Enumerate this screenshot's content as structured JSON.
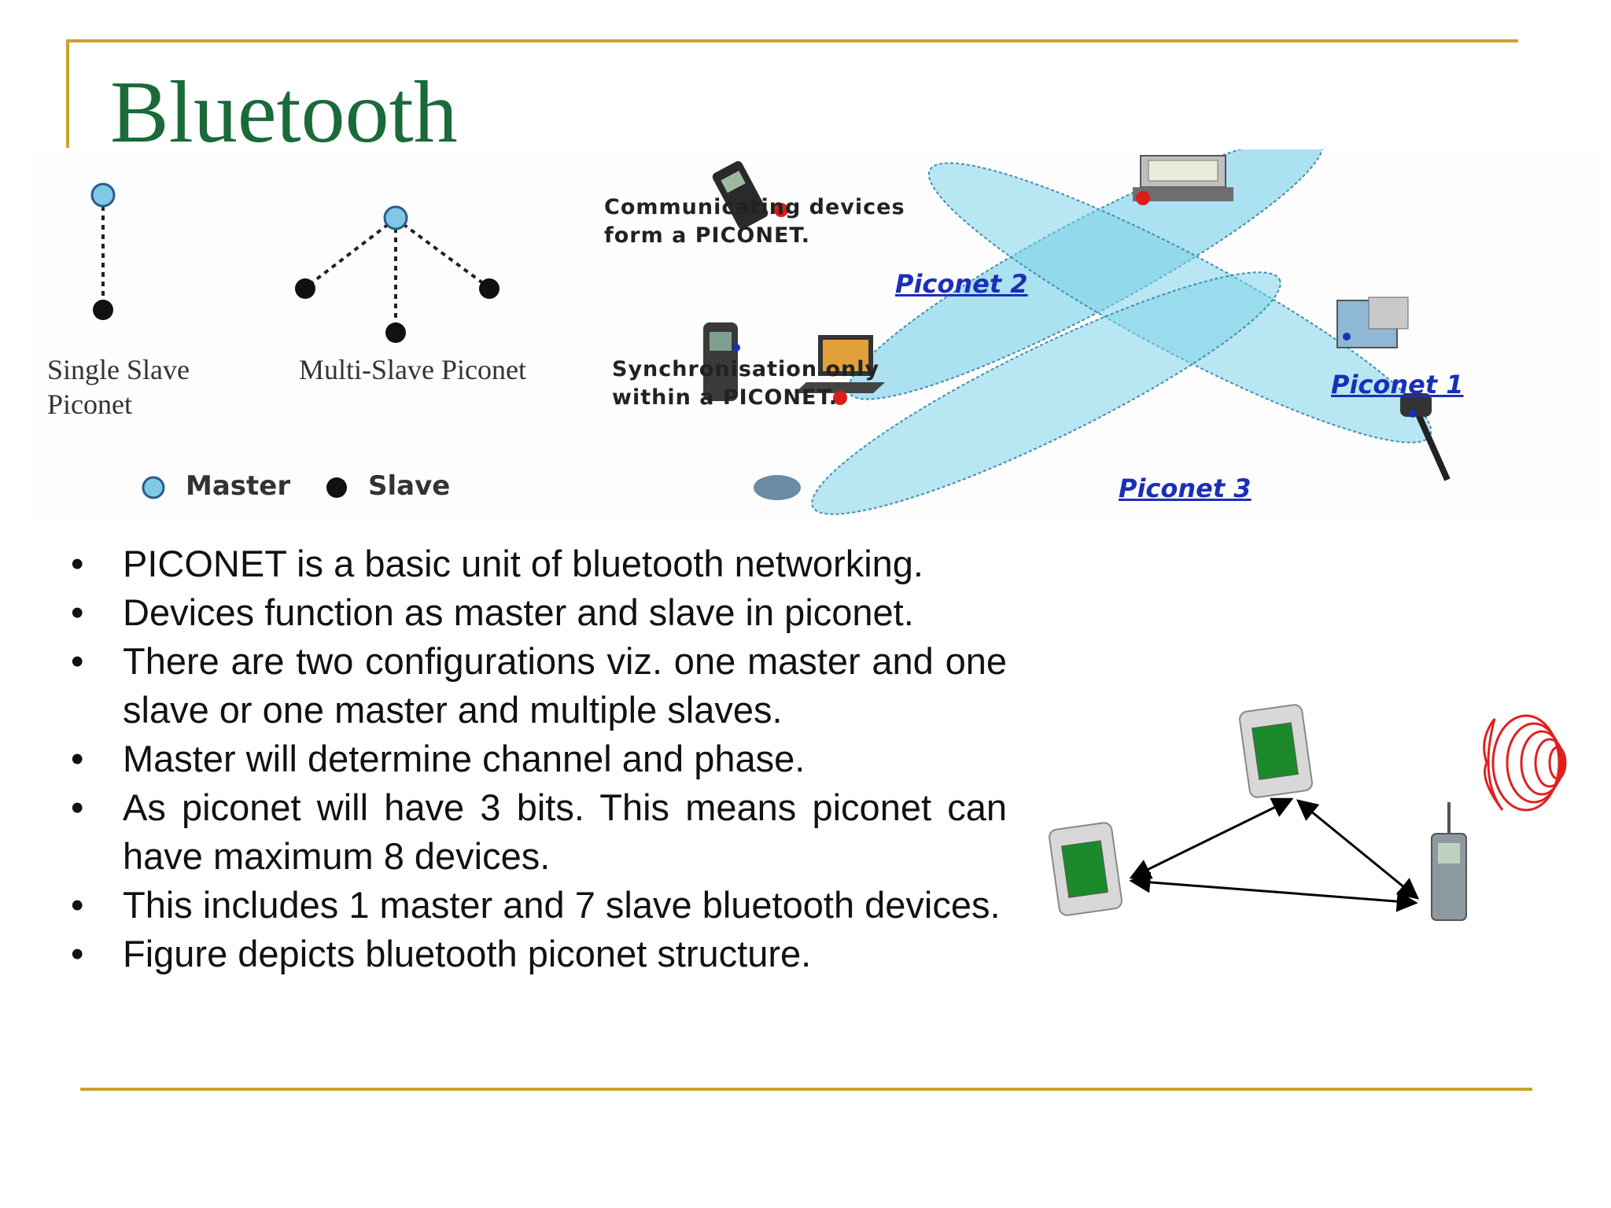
{
  "title": "Bluetooth",
  "figure": {
    "single_slave_label_line1": "Single Slave",
    "single_slave_label_line2": "Piconet",
    "multi_slave_label": "Multi-Slave Piconet",
    "legend": {
      "master": "Master",
      "slave": "Slave"
    },
    "note1_line1": "Communicating devices",
    "note1_line2": "form a PICONET.",
    "note2_line1": "Synchronisation only",
    "note2_line2": "within a PICONET.",
    "piconets": [
      "Piconet 2",
      "Piconet 1",
      "Piconet 3"
    ]
  },
  "bullets": [
    "PICONET is a basic unit of bluetooth networking.",
    "Devices function as master and slave in piconet.",
    "There are two configurations viz. one master and one slave or one master and multiple slaves.",
    "Master will determine channel and phase.",
    "As piconet will have 3 bits. This means piconet can have maximum 8 devices.",
    "This includes 1 master and 7 slave bluetooth devices.",
    "Figure depicts bluetooth piconet structure."
  ],
  "bullet_symbol": "•",
  "colors": {
    "title": "#1a6a3a",
    "rule": "#c9a232",
    "master": "#7fc8e8",
    "piconet_fill": "#7fd3ea",
    "piconet_label": "#1b2fb6",
    "wave": "#e02020"
  }
}
